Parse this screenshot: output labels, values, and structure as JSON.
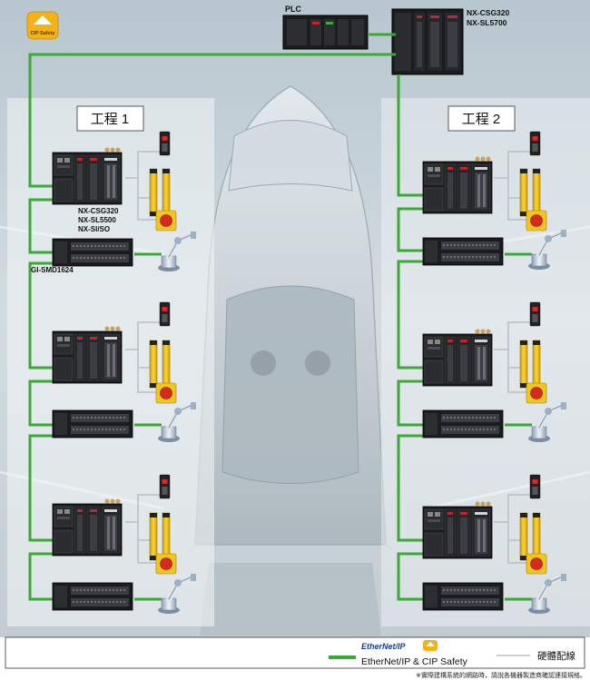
{
  "header": {
    "badge_label": "CIP Safety",
    "plc_label": "PLC",
    "master_model_line1": "NX-CSG320",
    "master_model_line2": "NX-SL5700"
  },
  "process1": {
    "title": "工程 1",
    "controller_models": [
      "NX-CSG320",
      "NX-SL5500",
      "NX-SI/SO"
    ],
    "io_model": "GI-SMD1624"
  },
  "process2": {
    "title": "工程 2"
  },
  "legend": {
    "brand": "EtherNet/IP",
    "green_line_label": "EtherNet/IP & CIP Safety",
    "gray_line_label": "硬體配線",
    "note": "※實際建構系統的網路時，請說各機器製造商確認連接規格。"
  },
  "colors": {
    "network_line": "#3aaa35",
    "hardwire_line": "#b8bec4",
    "module_dark": "#1e1f22",
    "light_curtain": "#f2c21b",
    "estop_red": "#e02a1f",
    "panel_bg": "#ffffff",
    "photo_bg": "#c3ced4"
  },
  "icons": [
    "cip-safety-badge-icon",
    "plc-icon",
    "safety-controller-icon",
    "io-terminal-icon",
    "light-curtain-icon",
    "safety-lamp-icon",
    "emergency-stop-icon",
    "robot-arm-icon",
    "ethernet-ip-logo-icon"
  ]
}
